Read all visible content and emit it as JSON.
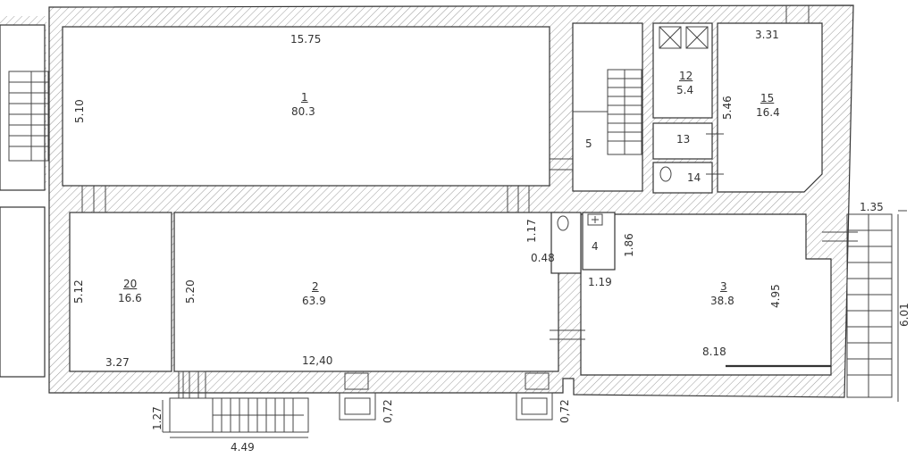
{
  "rooms": [
    {
      "number": "1",
      "area": "80.3"
    },
    {
      "number": "2",
      "area": "63.9"
    },
    {
      "number": "3",
      "area": "38.8"
    },
    {
      "number": "4"
    },
    {
      "number": "5"
    },
    {
      "number": "12",
      "area": "5.4"
    },
    {
      "number": "13"
    },
    {
      "number": "14"
    },
    {
      "number": "15",
      "area": "16.4"
    },
    {
      "number": "20",
      "area": "16.6"
    }
  ],
  "dimensions": {
    "top_width": "15.75",
    "room1_depth": "5.10",
    "room2_width": "12,40",
    "room2_depth": "5.20",
    "room20_depth": "5.12",
    "room20_width": "3.27",
    "stair_width": "4.49",
    "stair_depth": "1.27",
    "pit_left": "0,72",
    "pit_right": "0,72",
    "corridor_117": "1.17",
    "corridor_048": "0.48",
    "room4_width": "1.19",
    "room4_depth": "1.86",
    "room15_width": "3.31",
    "room15_depth": "5.46",
    "room3_width": "8.18",
    "room3_depth": "4.95",
    "ext_stair_width": "1.35",
    "ext_stair_length": "6.01"
  },
  "colors": {
    "ink": "#333333",
    "paper": "#ffffff",
    "hatch": "#9a9a9a"
  }
}
